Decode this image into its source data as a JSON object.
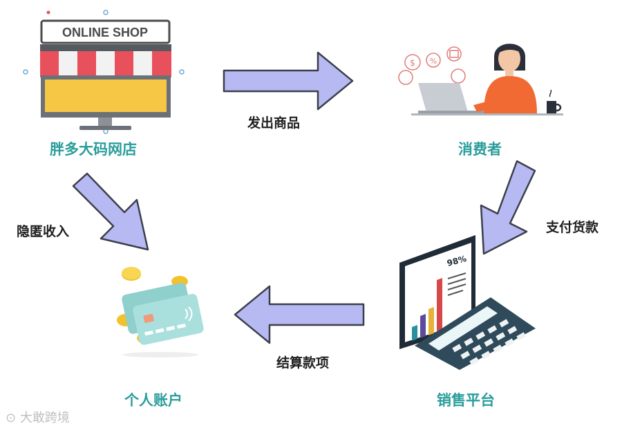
{
  "nodes": {
    "shop": {
      "label": "胖多大码网店",
      "sign": "ONLINE SHOP"
    },
    "consumer": {
      "label": "消费者"
    },
    "platform": {
      "label": "销售平台",
      "screen_percent": "98%"
    },
    "account": {
      "label": "个人账户"
    }
  },
  "edges": {
    "ship_goods": {
      "label": "发出商品"
    },
    "pay": {
      "label": "支付货款"
    },
    "settle": {
      "label": "结算款项"
    },
    "hidden_income": {
      "label": "隐匿收入"
    }
  },
  "watermark": {
    "text": "大敢跨境"
  },
  "colors": {
    "arrow_fill": "#b7b9f2",
    "arrow_stroke": "#3b3f4a",
    "node_label": "#2a9d9b",
    "awning_red": "#e8505b",
    "shop_yellow": "#f6c744",
    "shirt_orange": "#f26a33",
    "card_teal": "#9fd9d6",
    "coin_gold": "#f3c12b",
    "calculator_dark": "#2f4a5a"
  }
}
